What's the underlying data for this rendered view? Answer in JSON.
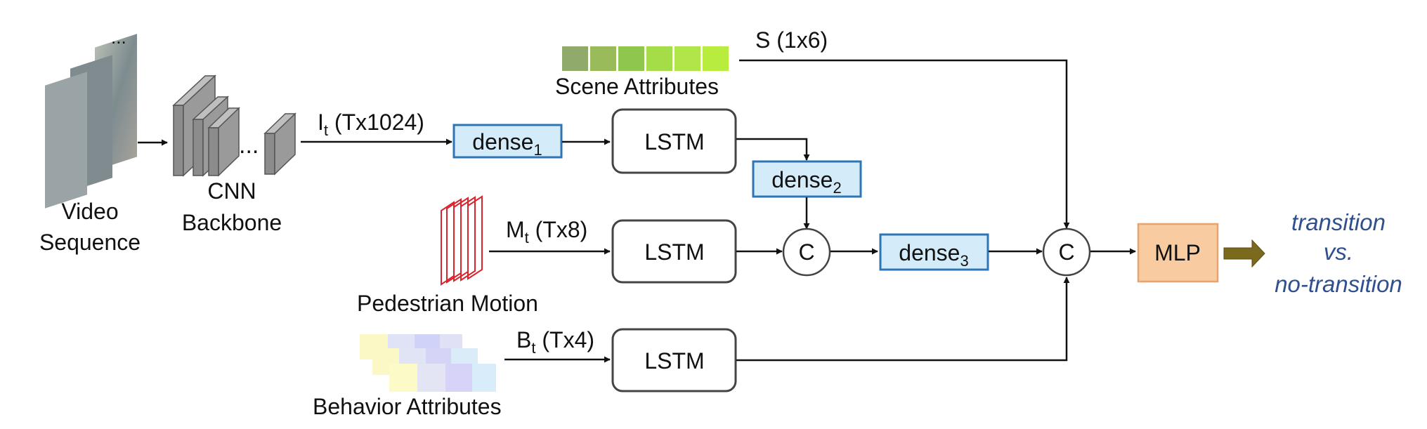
{
  "inputs": {
    "video": {
      "line1": "Video",
      "line2": "Sequence",
      "ellipsis": "..."
    },
    "cnn": {
      "line1": "CNN",
      "line2": "Backbone",
      "ellipsis": "..."
    },
    "scene": {
      "label": "Scene Attributes",
      "shape": "S (1x6)",
      "colors": [
        "#8faa6b",
        "#99bb5a",
        "#8fc74e",
        "#a4dd47",
        "#b0e64a",
        "#b8ec3e"
      ]
    },
    "image_feature": {
      "symbol": "I",
      "sub": "t",
      "shape": " (Tx1024)"
    },
    "motion": {
      "symbol": "M",
      "sub": "t",
      "shape": " (Tx8)",
      "label": "Pedestrian Motion"
    },
    "behavior": {
      "symbol": "B",
      "sub": "t",
      "shape": " (Tx4)",
      "label": "Behavior Attributes"
    }
  },
  "nodes": {
    "dense1": {
      "base": "dense",
      "sub": "1"
    },
    "dense2": {
      "base": "dense",
      "sub": "2"
    },
    "dense3": {
      "base": "dense",
      "sub": "3"
    },
    "lstm_top": "LSTM",
    "lstm_mid": "LSTM",
    "lstm_bot": "LSTM",
    "concat1": "C",
    "concat2": "C",
    "mlp": "MLP"
  },
  "output": {
    "line1": "transition",
    "line2": "vs.",
    "line3": "no-transition"
  },
  "colors": {
    "dense_fill": "#d4ecf9",
    "dense_stroke": "#2e75b6",
    "mlp_fill": "#f8cba1",
    "mlp_stroke": "#e7a46d",
    "output_text": "#2f4f8f",
    "motion_red": "#d9232d",
    "output_arrow": "#7b6a1e"
  }
}
